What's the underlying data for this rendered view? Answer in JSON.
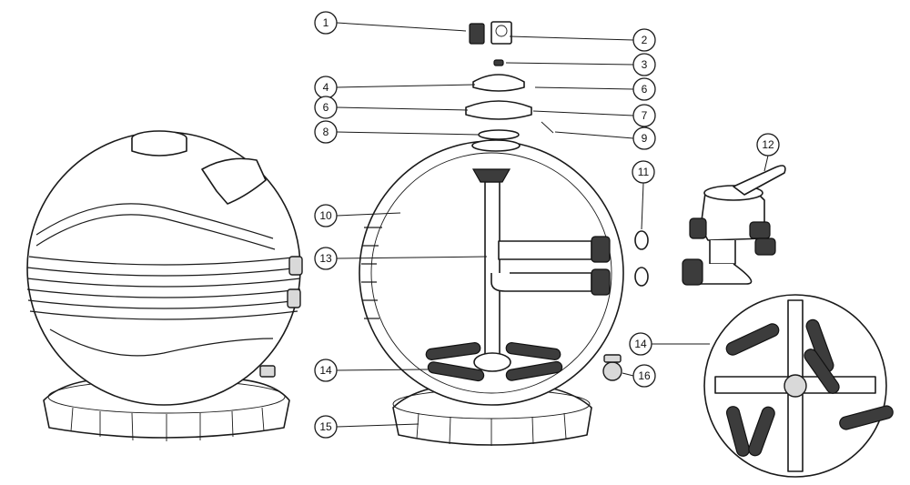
{
  "callouts": [
    {
      "id": "c1",
      "label": "1"
    },
    {
      "id": "c2",
      "label": "2"
    },
    {
      "id": "c3",
      "label": "3"
    },
    {
      "id": "c4",
      "label": "4"
    },
    {
      "id": "c6a",
      "label": "6"
    },
    {
      "id": "c6b",
      "label": "6"
    },
    {
      "id": "c7",
      "label": "7"
    },
    {
      "id": "c8",
      "label": "8"
    },
    {
      "id": "c9",
      "label": "9"
    },
    {
      "id": "c10",
      "label": "10"
    },
    {
      "id": "c11",
      "label": "11"
    },
    {
      "id": "c12",
      "label": "12"
    },
    {
      "id": "c13",
      "label": "13"
    },
    {
      "id": "c14a",
      "label": "14"
    },
    {
      "id": "c14b",
      "label": "14"
    },
    {
      "id": "c15",
      "label": "15"
    },
    {
      "id": "c16",
      "label": "16"
    }
  ],
  "colors": {
    "line": "#1a1a1a",
    "fill": "#ffffff",
    "shade": "#d9d9d9",
    "dark": "#3c3c3c"
  }
}
